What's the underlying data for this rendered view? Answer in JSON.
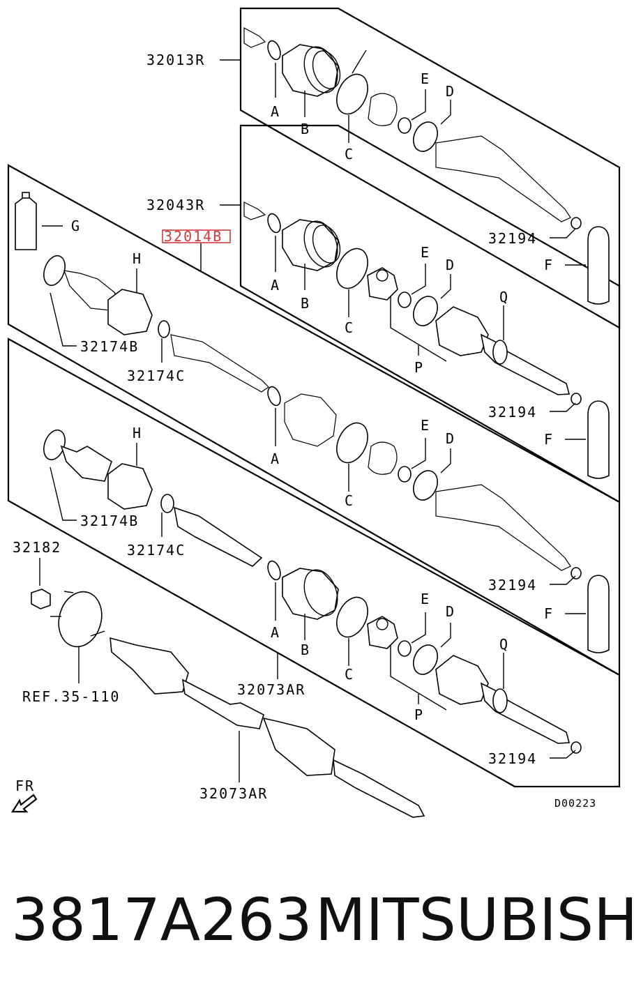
{
  "labels": {
    "p32013R": "32013R",
    "p32043R": "32043R",
    "p32014B": "32014B",
    "p32174B": "32174B",
    "p32174C": "32174C",
    "p32182": "32182",
    "p32194": "32194",
    "p32073AR": "32073AR",
    "ref": "REF.35-110",
    "fr": "FR",
    "code": "D00223",
    "A": "A",
    "B": "B",
    "C": "C",
    "D": "D",
    "E": "E",
    "F": "F",
    "G": "G",
    "H": "H",
    "P": "P",
    "Q": "Q"
  },
  "footer": {
    "part_number": "3817A263",
    "brand": "MITSUBISHI"
  },
  "colors": {
    "highlight": "#d23c3c"
  }
}
